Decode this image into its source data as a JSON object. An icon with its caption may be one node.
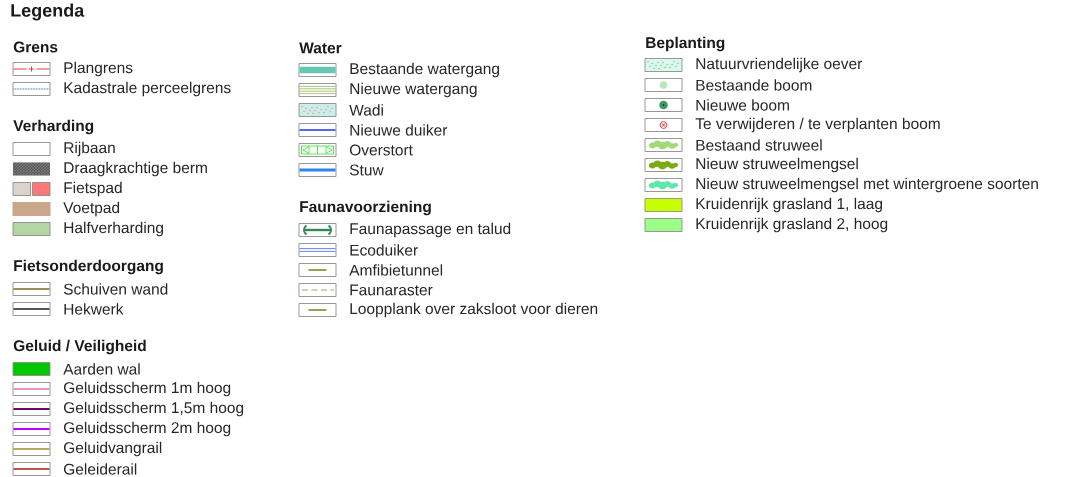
{
  "diagram": {
    "title": "Legenda",
    "labels": [
      "Grens",
      "Verharding",
      "Fietsonderdoorgang",
      "Geluid / Veiligheid",
      "Water",
      "Faunavoorziening",
      "Beplanting"
    ],
    "legend": [
      {
        "text": "Plangrens"
      },
      {
        "text": "Kadastrale perceelgrens"
      },
      {
        "text": "Rijbaan"
      },
      {
        "text": "Draagkrachtige berm"
      },
      {
        "text": "Fietspad"
      },
      {
        "text": "Voetpad",
        "color": "#c9a78b"
      },
      {
        "text": "Halfverharding",
        "color": "#b4d6a2"
      },
      {
        "text": "Schuiven wand"
      },
      {
        "text": "Hekwerk"
      },
      {
        "text": "Aarden wal",
        "color": "#00c800"
      },
      {
        "text": "Geluidsscherm 1m hoog"
      },
      {
        "text": "Geluidsscherm 1,5m hoog"
      },
      {
        "text": "Geluidsscherm 2m hoog"
      },
      {
        "text": "Geluidvangrail"
      },
      {
        "text": "Geleiderail"
      },
      {
        "text": "Bestaande watergang"
      },
      {
        "text": "Nieuwe watergang"
      },
      {
        "text": "Wadi"
      },
      {
        "text": "Nieuwe duiker"
      },
      {
        "text": "Overstort"
      },
      {
        "text": "Stuw"
      },
      {
        "text": "Faunapassage en talud"
      },
      {
        "text": "Ecoduiker"
      },
      {
        "text": "Amfibietunnel"
      },
      {
        "text": "Faunaraster"
      },
      {
        "text": "Loopplank over zaksloot voor dieren"
      },
      {
        "text": "Natuurvriendelijke oever"
      },
      {
        "text": "Bestaande boom"
      },
      {
        "text": "Nieuwe boom"
      },
      {
        "text": "Te verwijderen / te verplanten boom"
      },
      {
        "text": "Bestaand struweel"
      },
      {
        "text": "Nieuw struweelmengsel"
      },
      {
        "text": "Nieuw struweelmengsel met wintergroene soorten"
      },
      {
        "text": "Kruidenrijk grasland 1, laag",
        "color": "#c8ff00"
      },
      {
        "text": "Kruidenrijk grasland 2, hoog",
        "color": "#9cff88"
      }
    ]
  }
}
